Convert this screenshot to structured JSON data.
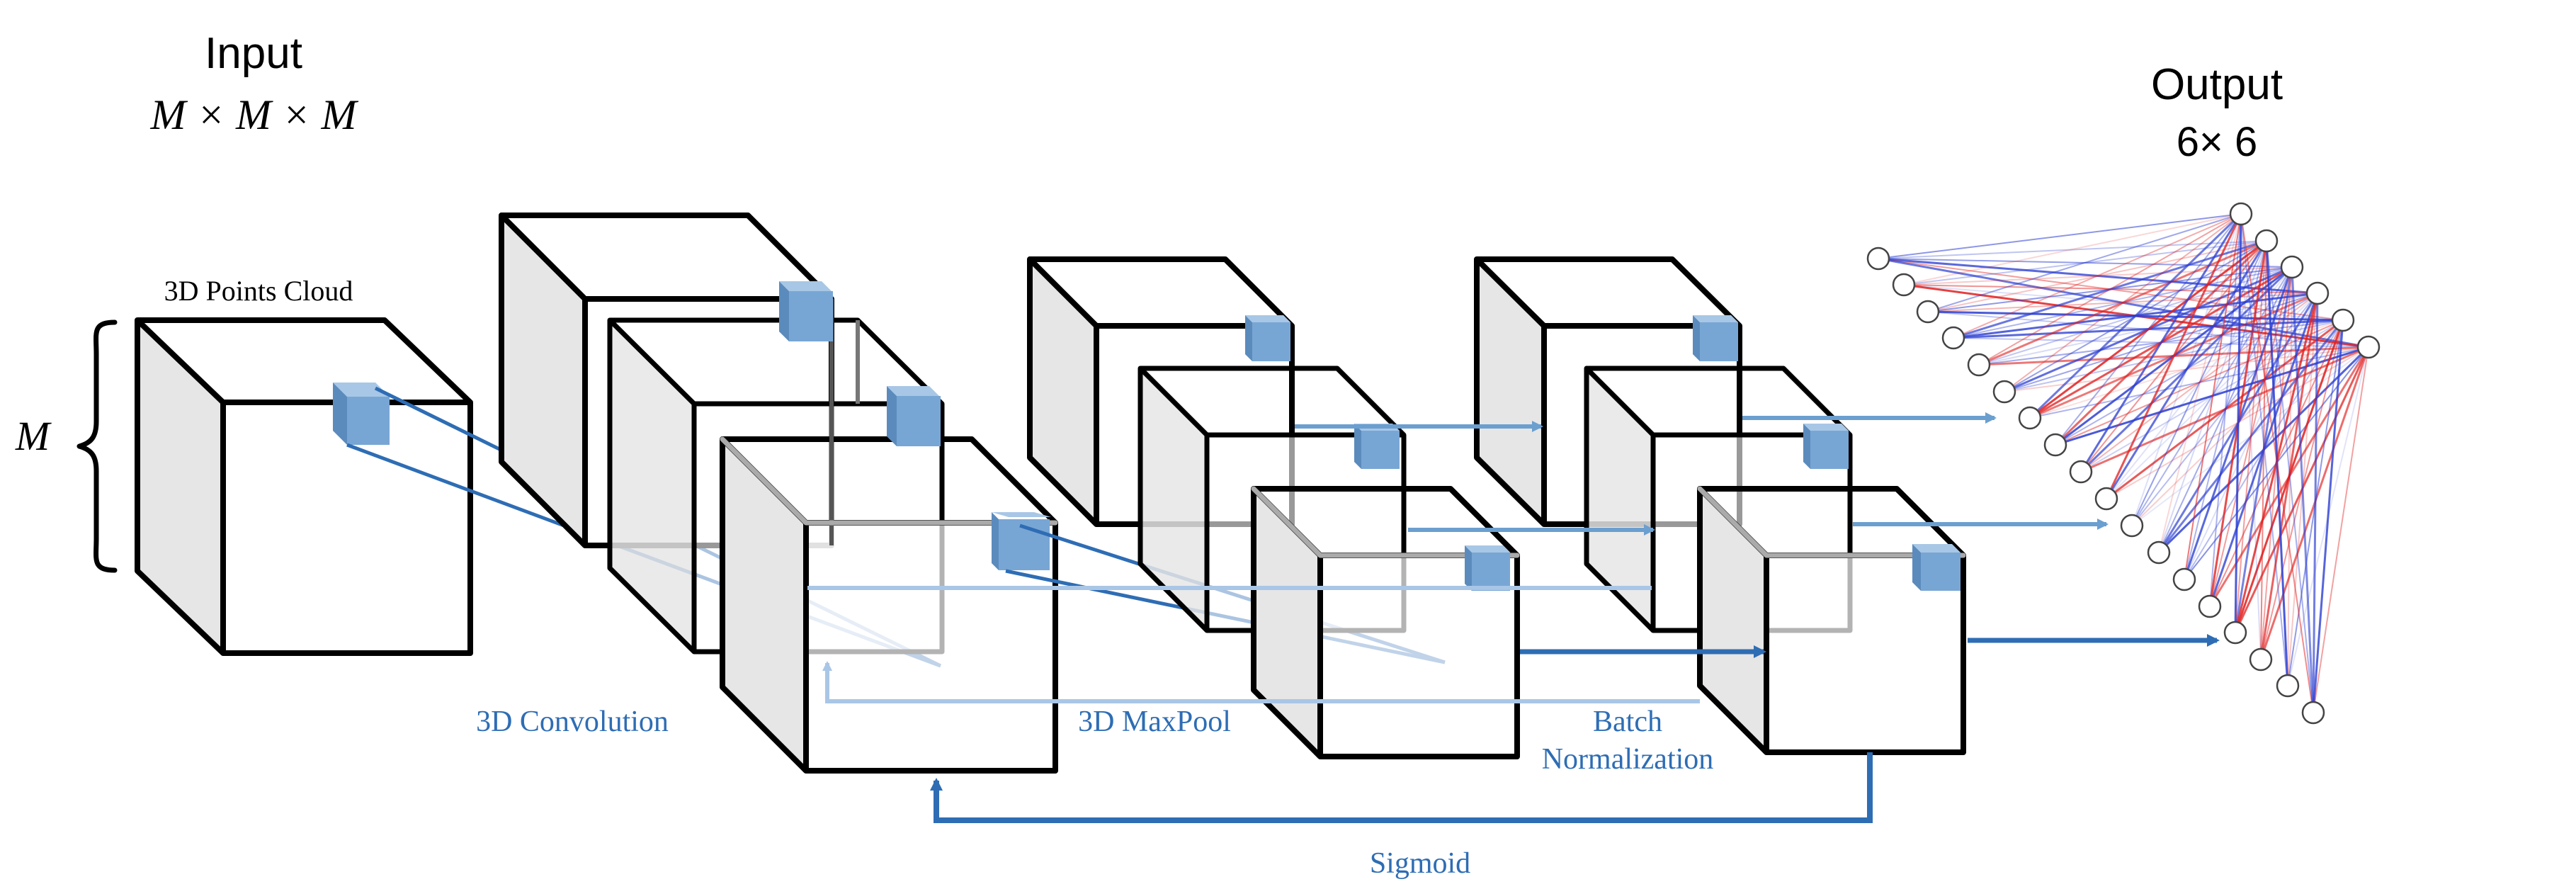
{
  "labels": {
    "input_title": "Input",
    "input_formula": "M × M × M",
    "points_cloud": "3D Points Cloud",
    "axis_m": "M",
    "output_title": "Output",
    "output_formula": "6× 6",
    "conv": "3D Convolution",
    "maxpool": "3D MaxPool",
    "batch_norm_1": "Batch",
    "batch_norm_2": "Normalization",
    "sigmoid": "Sigmoid"
  },
  "colors": {
    "edge_dark": "#000000",
    "edge_mid": "#5a5a5a",
    "edge_light": "#9a9a9a",
    "face_side": "#e6e6e6",
    "kernel_blue": "#78a6d4",
    "kernel_blue_dark": "#5b8bbd",
    "arrow_light": "#a9c6e6",
    "arrow_mid": "#6b9fcf",
    "arrow_dark": "#2e6db4",
    "label_blue": "#2e6db4",
    "net_blue": "#2c3fd1",
    "net_red": "#e02020"
  },
  "icons": {
    "kernel": "kernel-cube-icon",
    "neuron": "neuron-circle-icon"
  }
}
